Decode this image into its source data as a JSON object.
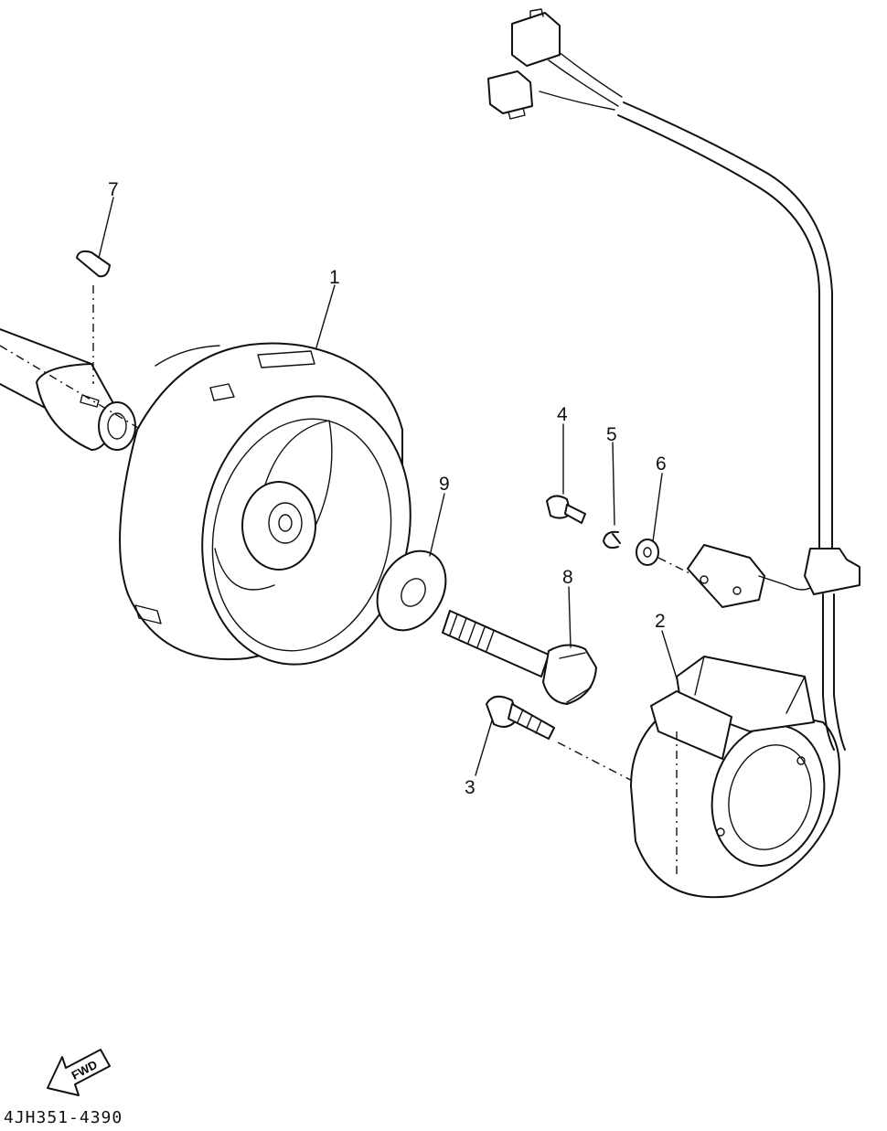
{
  "diagram": {
    "callouts": [
      {
        "id": "1",
        "label": "1"
      },
      {
        "id": "2",
        "label": "2"
      },
      {
        "id": "3",
        "label": "3"
      },
      {
        "id": "4",
        "label": "4"
      },
      {
        "id": "5",
        "label": "5"
      },
      {
        "id": "6",
        "label": "6"
      },
      {
        "id": "7",
        "label": "7"
      },
      {
        "id": "8",
        "label": "8"
      },
      {
        "id": "9",
        "label": "9"
      }
    ],
    "fwd_label": "FWD",
    "drawing_code": "4JH351-4390"
  }
}
